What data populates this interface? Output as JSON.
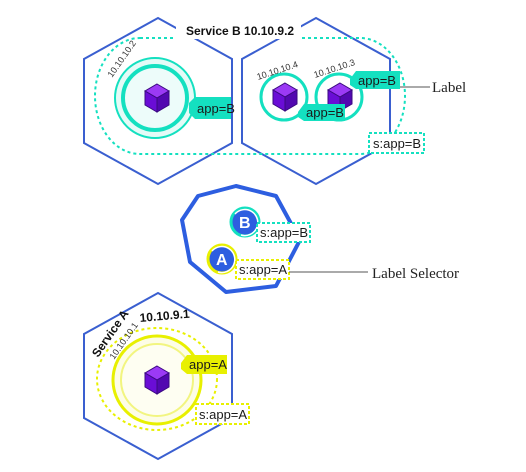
{
  "service_b": {
    "title": "Service B 10.10.9.2",
    "selector": "s:app=B"
  },
  "service_a": {
    "title": "Service A",
    "ip": "10.10.9.1",
    "selector": "s:app=A"
  },
  "pods": {
    "b1": {
      "ip": "10.10.10.2",
      "label": "app=B"
    },
    "b2": {
      "ip": "10.10.10.4",
      "label": "app=B"
    },
    "b3": {
      "ip": "10.10.10.3",
      "label": "app=B"
    },
    "a1": {
      "ip": "10.10.10.1",
      "label": "app=A"
    }
  },
  "center_node": {
    "badge_b": "B",
    "badge_a": "A",
    "selector_b": "s:app=B",
    "selector_a": "s:app=A"
  },
  "callouts": {
    "label": "Label",
    "label_selector": "Label Selector"
  },
  "colors": {
    "node_blue": "#3a5fd0",
    "teal": "#14e0c0",
    "yellow": "#e8f000",
    "pod_purple": "#7a10e0"
  }
}
